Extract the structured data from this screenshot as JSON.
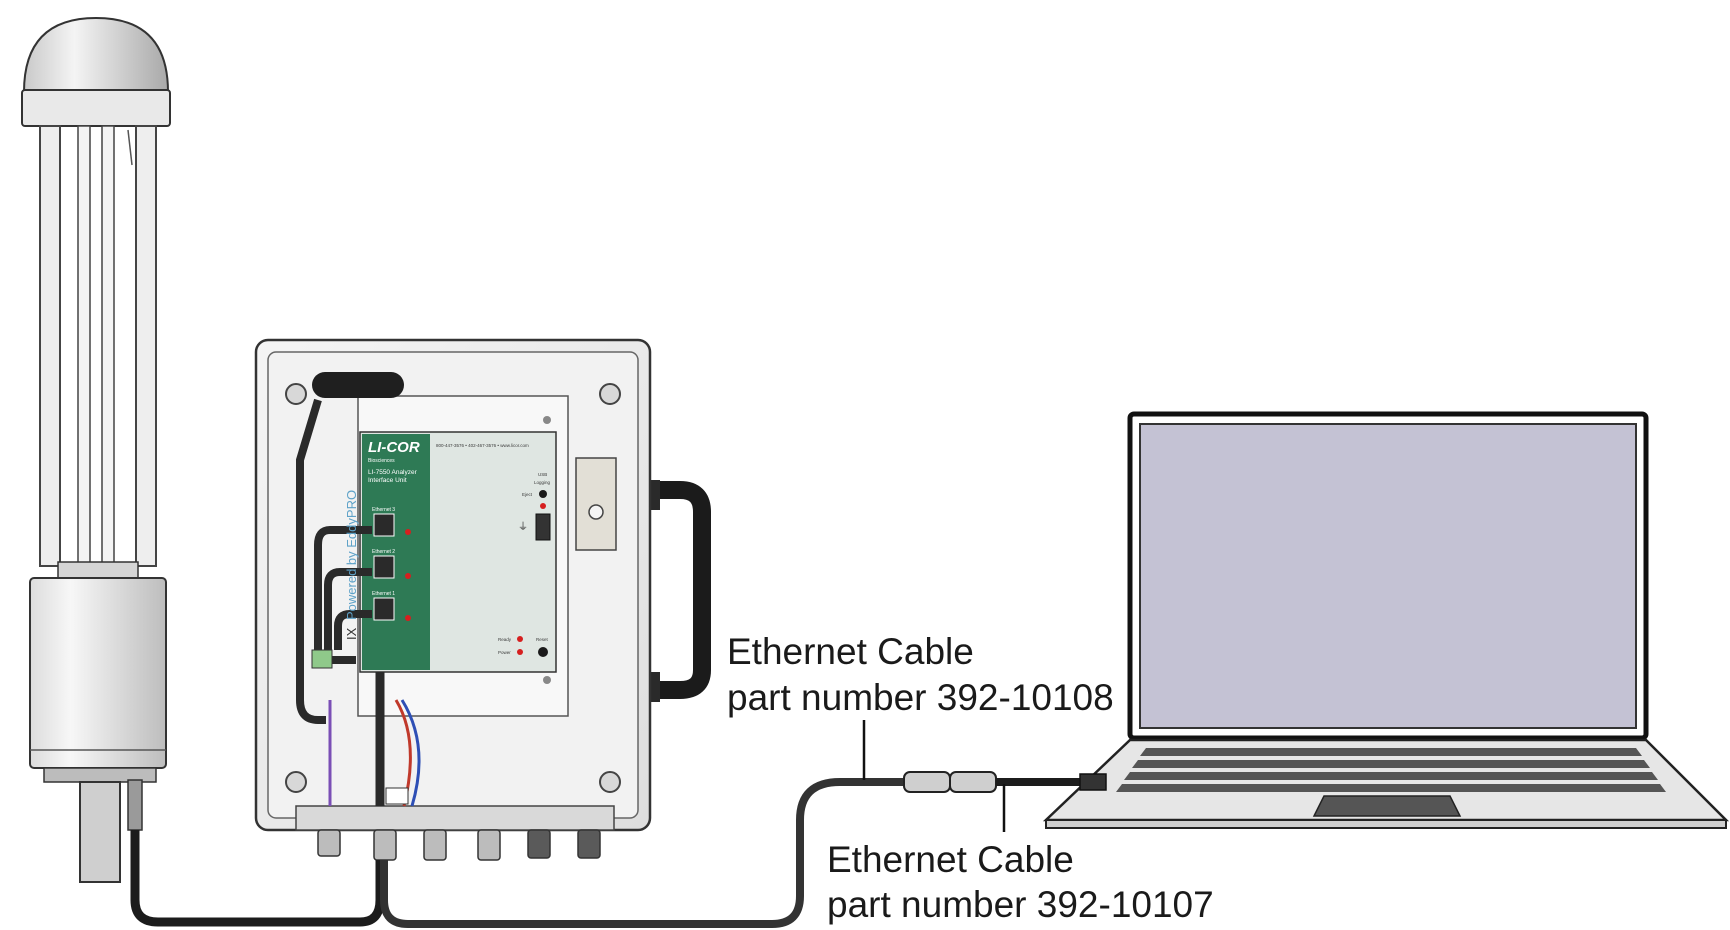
{
  "panel": {
    "brand": "LI-COR",
    "brand_sub": "Biosciences",
    "contact": "800-447-3576 • 402-467-3576 • www.licor.com",
    "title_line1": "LI-7550 Analyzer",
    "title_line2": "Interface Unit",
    "side_text": "Powered by EddyPRO",
    "side_text_left": "IX",
    "usb_label_1": "USB",
    "usb_label_2": "Logging",
    "eject_label": "Eject",
    "ready_label": "Ready",
    "power_label": "Power",
    "reset_label": "Reset",
    "ports": [
      "Ethernet 3",
      "Ethernet 2",
      "Ethernet 1"
    ]
  },
  "callouts": {
    "cable_a_line1": "Ethernet Cable",
    "cable_a_line2": "part number 392-10108",
    "cable_b_line1": "Ethernet Cable",
    "cable_b_line2": "part number 392-10107"
  },
  "colors": {
    "panel_green": "#2e7a55",
    "led_red": "#d61f1f",
    "screen": "#c4c2d4",
    "cable": "#1c1c1c"
  }
}
